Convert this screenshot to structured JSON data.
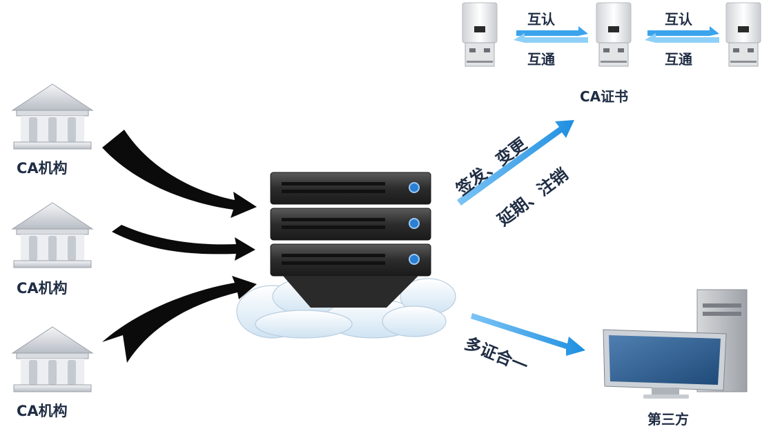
{
  "ca_institutions": [
    {
      "label": "CA机构"
    },
    {
      "label": "CA机构"
    },
    {
      "label": "CA机构"
    }
  ],
  "usb_exchange": [
    {
      "top_label": "互认",
      "bottom_label": "互通"
    },
    {
      "top_label": "互认",
      "bottom_label": "互通"
    }
  ],
  "certificate_label": "CA证书",
  "operations": {
    "line1": "签发、变更",
    "line2": "延期、注销"
  },
  "merge_label": "多证合一",
  "third_party_label": "第三方",
  "colors": {
    "text": "#1f2d44",
    "arrow_blue": "#2e9ae6",
    "arrow_black": "#0b0b0b",
    "server_body": "#3a3a3a"
  }
}
